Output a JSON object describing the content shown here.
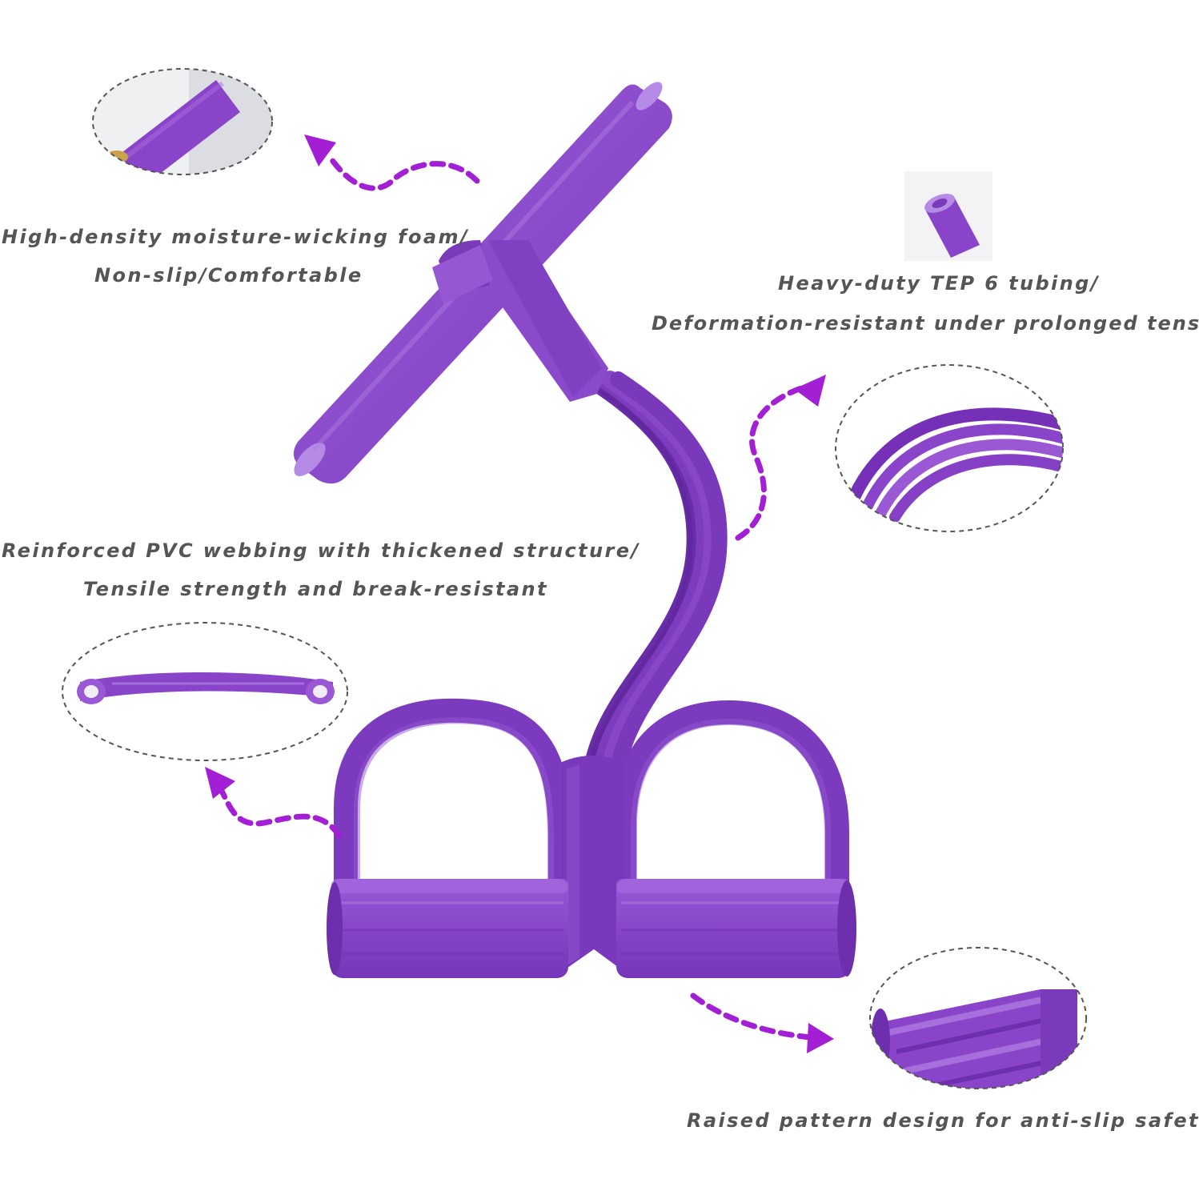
{
  "colors": {
    "background": "#ffffff",
    "product_purple": "#8a44c9",
    "product_purple_dark": "#6d2fae",
    "product_purple_light": "#a66fdc",
    "arrow_magenta": "#a21fd6",
    "caption_gray": "#555555",
    "callout_border": "#555555"
  },
  "captions": {
    "foam_line1": "High-density moisture-wicking foam/",
    "foam_line2": "Non-slip/Comfortable",
    "tubing_line1": "Heavy-duty TEP 6 tubing/",
    "tubing_line2": "Deformation-resistant under prolonged tension",
    "webbing_line1": "Reinforced PVC webbing with thickened structure/",
    "webbing_line2": "Tensile strength and break-resistant",
    "pedal_line1": "Raised pattern design for anti-slip safety."
  },
  "icons": {
    "foam_closeup": "foam-handle-closeup-icon",
    "tube_closeup": "tube-end-closeup-icon",
    "tubing_closeup": "tubing-bundle-closeup-icon",
    "webbing_closeup": "webbing-strap-closeup-icon",
    "pedal_closeup": "pedal-ridges-closeup-icon",
    "arrow": "dashed-arrow-icon"
  }
}
